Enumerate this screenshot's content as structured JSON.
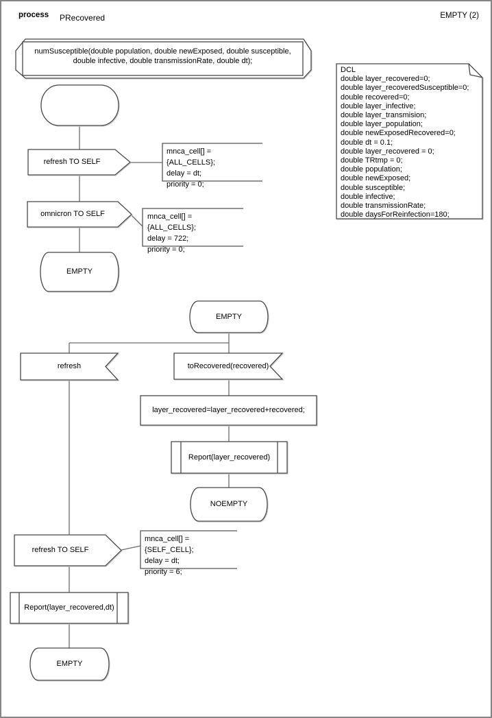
{
  "header": {
    "kind": "process",
    "name": "PRecovered",
    "page": "EMPTY (2)"
  },
  "colors": {
    "shape_stroke": "#474747",
    "connector_stroke": "#6b6b6b",
    "shape_fill": "#ffffff",
    "page_border": "#858585",
    "text": "#000000"
  },
  "procedure_declaration": {
    "lines": [
      "numSusceptible(double population, double newExposed, double susceptible,",
      "double infective, double transmissionRate, double dt);"
    ]
  },
  "dcl": {
    "lines": [
      "DCL",
      "double layer_recovered=0;",
      "double layer_recoveredSusceptible=0;",
      "double recovered=0;",
      "double layer_infective;",
      "double layer_transmision;",
      "double layer_population;",
      "double newExposedRecovered=0;",
      "double dt = 0.1;",
      "double layer_recovered = 0;",
      "double TRtmp = 0;",
      "double population;",
      "double newExposed;",
      "double susceptible;",
      "double infective;",
      "double transmissionRate;",
      "double daysForReinfection=180;"
    ]
  },
  "top_flow": {
    "output_refresh": {
      "label": "refresh TO SELF"
    },
    "comment_refresh": {
      "lines": [
        "mnca_cell[] = {ALL_CELLS};",
        "delay = dt;",
        "priority = 0;"
      ]
    },
    "output_omnicron": {
      "label": "omnicron TO SELF"
    },
    "comment_omnicron": {
      "lines": [
        "mnca_cell[] = {ALL_CELLS};",
        "delay = 722;",
        "priority = 0;"
      ]
    },
    "state_end": {
      "label": "EMPTY"
    }
  },
  "main_flow": {
    "state_start": {
      "label": "EMPTY"
    },
    "input_refresh": {
      "label": "refresh"
    },
    "input_torecovered": {
      "label": "toRecovered(recovered)"
    },
    "task_accumulate": {
      "label": "layer_recovered=layer_recovered+recovered;"
    },
    "call_report": {
      "label": "Report(layer_recovered)"
    },
    "state_noempty": {
      "label": "NOEMPTY"
    },
    "output_refresh_self": {
      "label": "refresh TO SELF"
    },
    "comment_refresh_self": {
      "lines": [
        "mnca_cell[] = {SELF_CELL};",
        "delay = dt;",
        "priority = 6;"
      ]
    },
    "call_report_dt": {
      "label": "Report(layer_recovered,dt)"
    },
    "state_end": {
      "label": "EMPTY"
    }
  }
}
